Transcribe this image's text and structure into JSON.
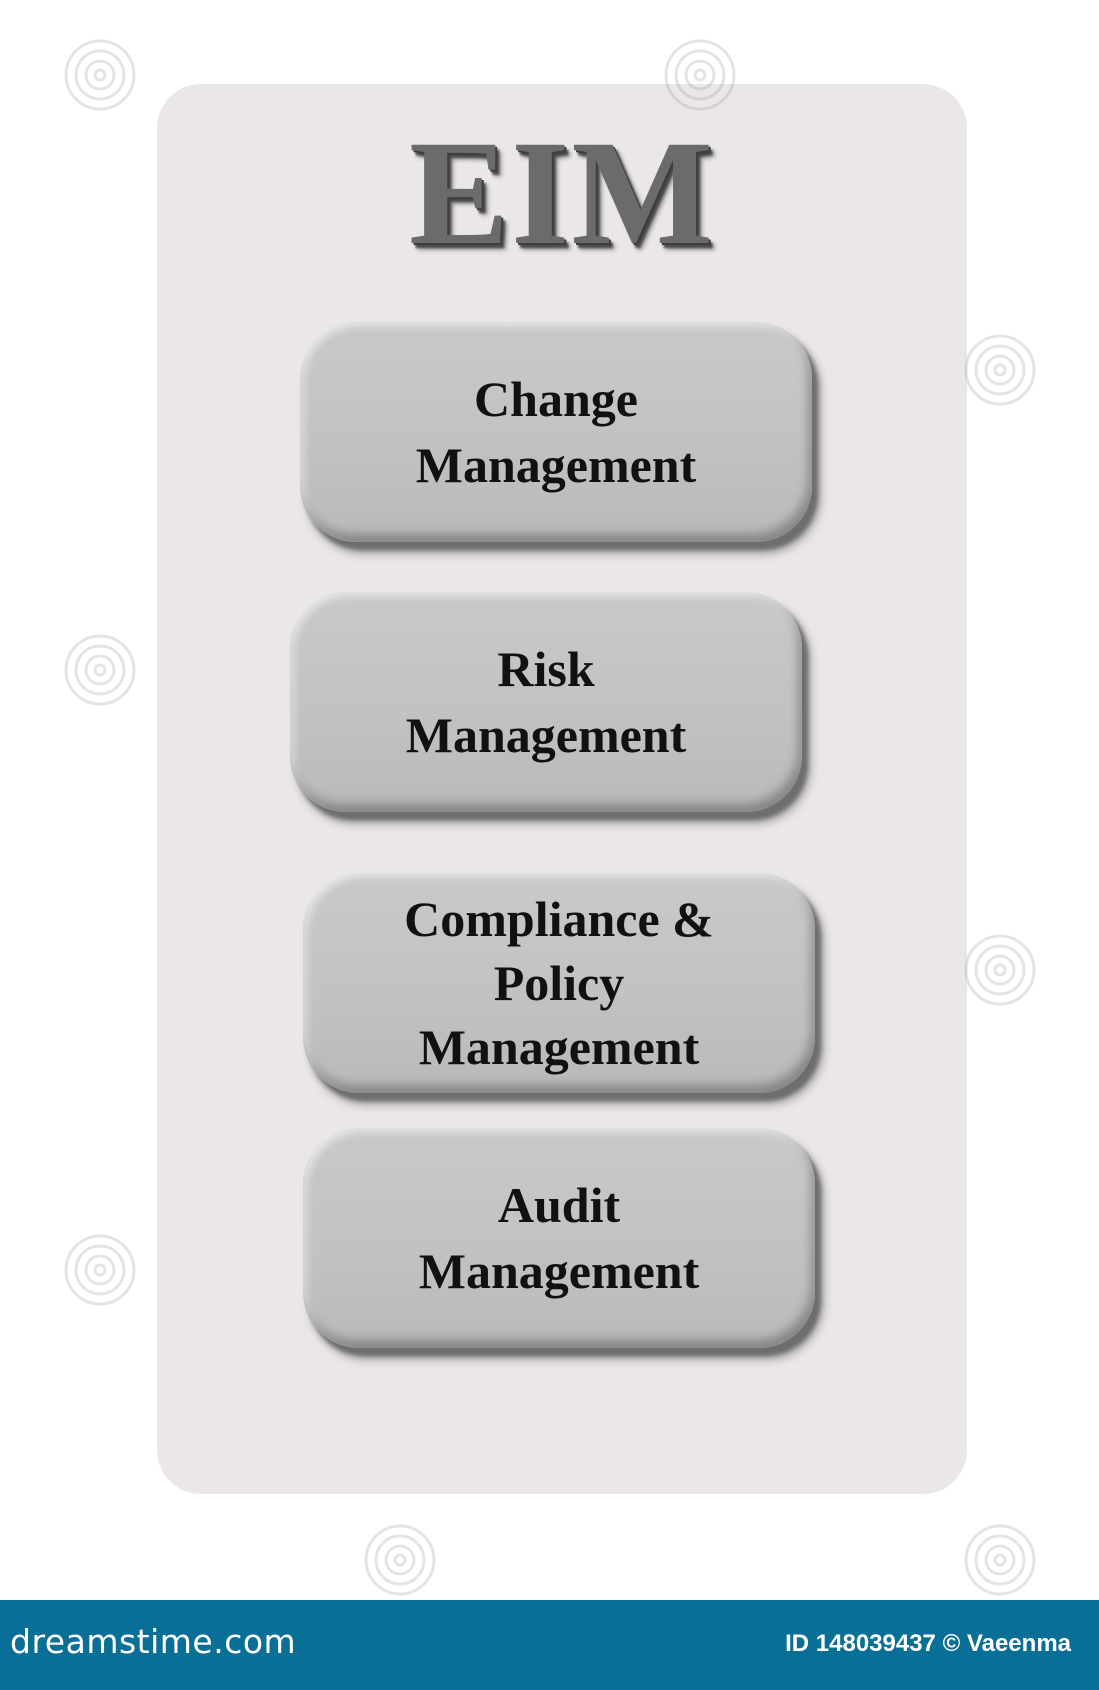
{
  "diagram": {
    "title": "EIM",
    "items": [
      {
        "label": "Change\nManagement"
      },
      {
        "label": "Risk\nManagement"
      },
      {
        "label": "Compliance &\nPolicy\nManagement"
      },
      {
        "label": "Audit\nManagement"
      }
    ]
  },
  "footer": {
    "brand": "dreamstime.com",
    "credit": "ID 148039437 © Vaeenma"
  },
  "colors": {
    "panel": "#ebe7e8",
    "box": "#c4c4c4",
    "footer": "#0a6f96"
  }
}
